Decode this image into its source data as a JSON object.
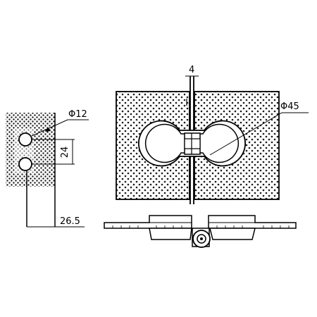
{
  "dimensions": {
    "gap_width": "4",
    "hole_small_dia": "Φ12",
    "hole_spacing": "24",
    "edge_offset": "26.5",
    "cutout_dia": "Φ45"
  },
  "colors": {
    "line": "#000000",
    "stipple": "#1a1a1a",
    "background": "#ffffff"
  }
}
